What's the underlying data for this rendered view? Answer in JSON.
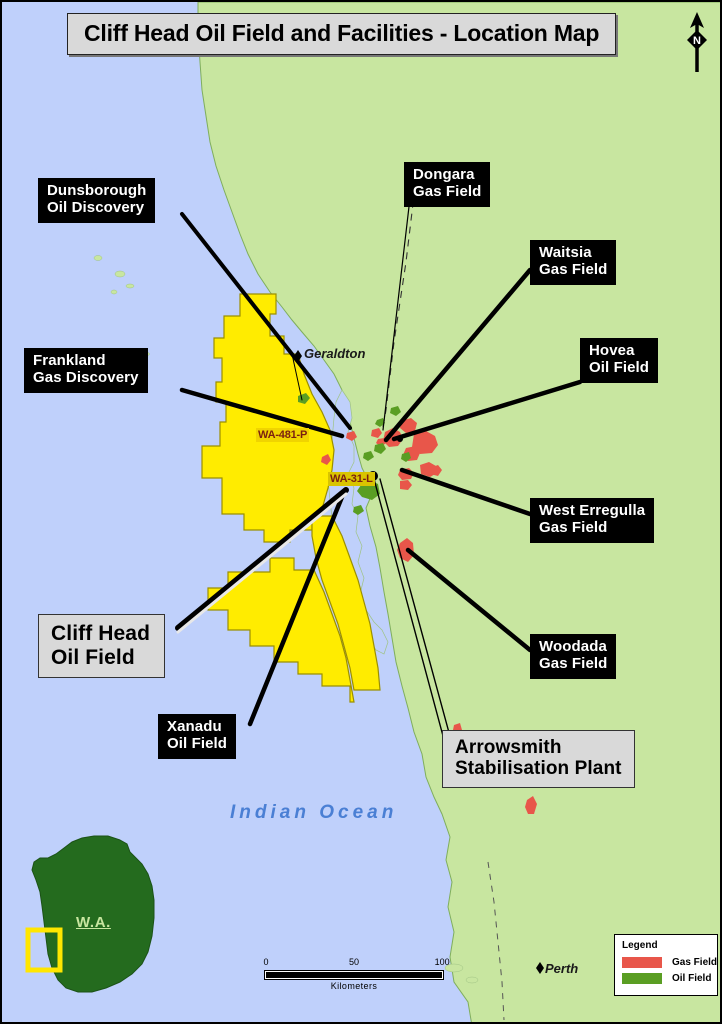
{
  "title": "Cliff Head Oil Field and Facilities - Location Map",
  "callouts": [
    {
      "name": "dunsborough",
      "lines": "Dunsborough\nOil Discovery",
      "style": "black"
    },
    {
      "name": "frankland",
      "lines": "Frankland\nGas Discovery",
      "style": "black"
    },
    {
      "name": "dongara",
      "lines": "Dongara\nGas Field",
      "style": "black"
    },
    {
      "name": "waitsia",
      "lines": "Waitsia\nGas Field",
      "style": "black"
    },
    {
      "name": "hovea",
      "lines": "Hovea\nOil Field",
      "style": "black"
    },
    {
      "name": "west-erregulla",
      "lines": "West Erregulla\nGas Field",
      "style": "black"
    },
    {
      "name": "woodada",
      "lines": "Woodada\nGas Field",
      "style": "black"
    },
    {
      "name": "xanadu",
      "lines": "Xanadu\nOil Field",
      "style": "black"
    },
    {
      "name": "cliff-head",
      "lines": "Cliff Head\nOil Field",
      "style": "gray"
    },
    {
      "name": "arrowsmith",
      "lines": "Arrowsmith\nStabilisation Plant",
      "style": "gray"
    }
  ],
  "permits": [
    {
      "name": "wa-481-p",
      "label": "WA-481-P"
    },
    {
      "name": "wa-31-l",
      "label": "WA-31-L"
    }
  ],
  "cities": [
    {
      "name": "geraldton",
      "label": "Geraldton"
    },
    {
      "name": "perth",
      "label": "Perth"
    }
  ],
  "ocean_label": "Indian Ocean",
  "inset": {
    "label": "W.A.",
    "state_color": "#246b1e",
    "highlight_color": "#ffe600"
  },
  "legend": {
    "title": "Legend",
    "items": [
      {
        "name": "gas-field",
        "label": "Gas Field",
        "color": "#e8564a"
      },
      {
        "name": "oil-field",
        "label": "Oil Field",
        "color": "#5a9e23"
      }
    ]
  },
  "scale": {
    "ticks": [
      "0",
      "50",
      "100"
    ],
    "caption": "Kilometers"
  },
  "compass": {
    "label": "N"
  },
  "colors": {
    "ocean": "#bfd0fb",
    "land": "#c8e6a0",
    "permit": "#ffec00",
    "gas": "#e8564a",
    "oil": "#5a9e23",
    "leader": "#000000"
  }
}
